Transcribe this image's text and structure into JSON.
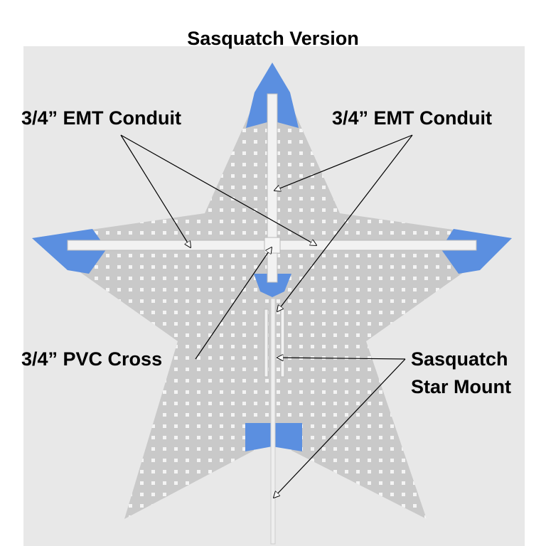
{
  "title": "Sasquatch Version",
  "labels": {
    "emt_left": "3/4” EMT Conduit",
    "emt_right": "3/4” EMT Conduit",
    "pvc_cross": "3/4” PVC Cross",
    "mount_line1": "Sasquatch",
    "mount_line2": "Star Mount"
  },
  "colors": {
    "star": "#c9c9c9",
    "bracket": "#5b8fe0",
    "tube": "#f2f2f2",
    "background": "#e8e8e8"
  }
}
